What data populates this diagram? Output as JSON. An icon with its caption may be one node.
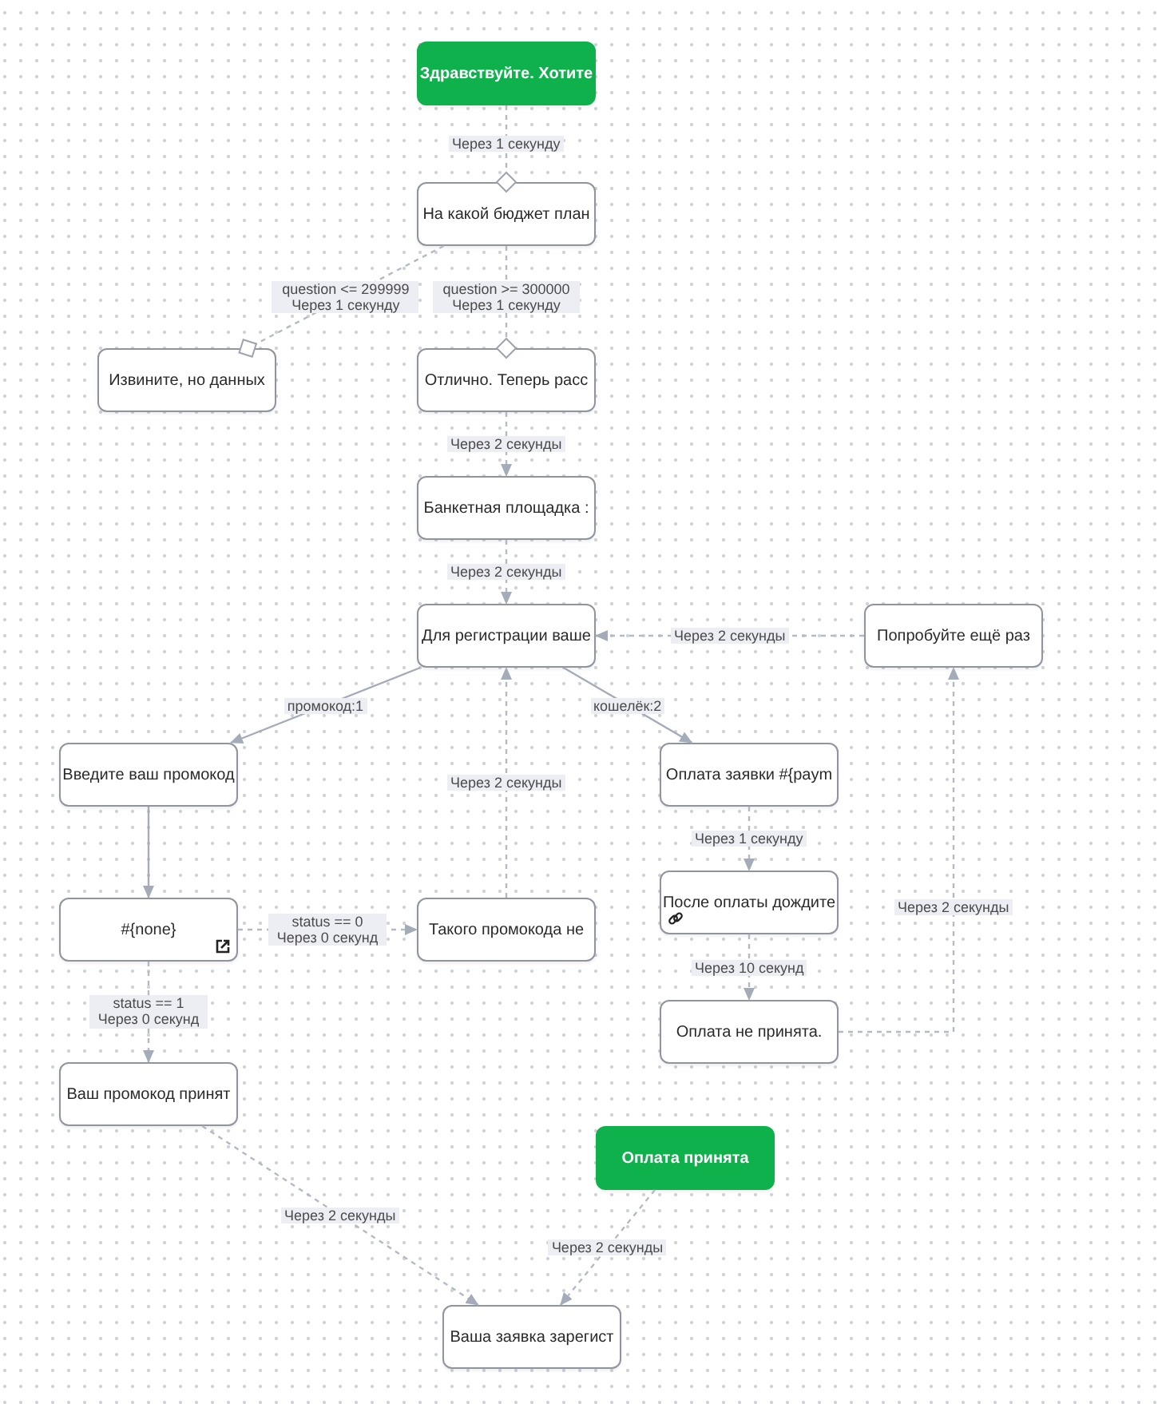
{
  "diagram": {
    "nodes": [
      {
        "text": [
          "Здравствуйте. Хотите"
        ]
      },
      {
        "text": [
          "На какой бюджет план"
        ]
      },
      {
        "text": [
          "Извините, но данных"
        ]
      },
      {
        "text": [
          "Отлично. Теперь расс"
        ]
      },
      {
        "text": [
          "Банкетная площадка :"
        ]
      },
      {
        "text": [
          "Для регистрации ваше"
        ]
      },
      {
        "text": [
          "Попробуйте ещё раз"
        ]
      },
      {
        "text": [
          "Введите ваш промокод"
        ]
      },
      {
        "text": [
          "Оплата заявки #{paym"
        ]
      },
      {
        "text": [
          "#{none}"
        ]
      },
      {
        "text": [
          "Такого промокода не"
        ]
      },
      {
        "text": [
          "После оплаты дождите"
        ]
      },
      {
        "text": [
          "Оплата не принята."
        ]
      },
      {
        "text": [
          "Ваш промокод принят"
        ]
      },
      {
        "text": [
          "Оплата принята"
        ]
      },
      {
        "text": [
          "Ваша заявка зарегист"
        ]
      }
    ],
    "edges": [
      {
        "from": 0,
        "to": 1,
        "arrow": "other",
        "label": "Через 1 секунду",
        "style": "dashed"
      },
      {
        "from": 1,
        "to": 2,
        "arrow": "other",
        "label": "question <= 299999 Через 1 секунду",
        "style": "dashed"
      },
      {
        "from": 1,
        "to": 3,
        "arrow": "other",
        "label": "question >= 300000 Через 1 секунду",
        "style": "dashed"
      },
      {
        "from": 3,
        "to": 4,
        "arrow": "to",
        "label": "Через 2 секунды",
        "style": "dashed"
      },
      {
        "from": 4,
        "to": 5,
        "arrow": "to",
        "label": "Через 2 секунды",
        "style": "dashed"
      },
      {
        "from": 6,
        "to": 5,
        "arrow": "to",
        "label": "Через 2 секунды",
        "style": "dashed"
      },
      {
        "from": 5,
        "to": 7,
        "arrow": "to",
        "label": "промокод:1"
      },
      {
        "from": 5,
        "to": 8,
        "arrow": "to",
        "label": "кошелёк:2"
      },
      {
        "from": 7,
        "to": 9,
        "arrow": "to"
      },
      {
        "from": 9,
        "to": 10,
        "arrow": "to",
        "label": "status == 0 Через 0 секунд",
        "style": "dashed"
      },
      {
        "from": 10,
        "to": 5,
        "arrow": "to",
        "label": "Через 2 секунды",
        "style": "dashed"
      },
      {
        "from": 9,
        "to": 13,
        "arrow": "to",
        "label": "status == 1 Через 0 секунд",
        "style": "dashed"
      },
      {
        "from": 8,
        "to": 11,
        "arrow": "to",
        "label": "Через 1 секунду",
        "style": "dashed"
      },
      {
        "from": 11,
        "to": 12,
        "arrow": "to",
        "label": "Через 10 секунд",
        "style": "dashed"
      },
      {
        "from": 12,
        "to": 6,
        "arrow": "to",
        "label": "Через 2 секунды",
        "style": "dashed"
      },
      {
        "from": 13,
        "to": 15,
        "arrow": "to",
        "label": "Через 2 секунды",
        "style": "dashed"
      },
      {
        "from": 14,
        "to": 15,
        "arrow": "to",
        "label": "Через 2 секунды",
        "style": "dashed"
      }
    ]
  }
}
